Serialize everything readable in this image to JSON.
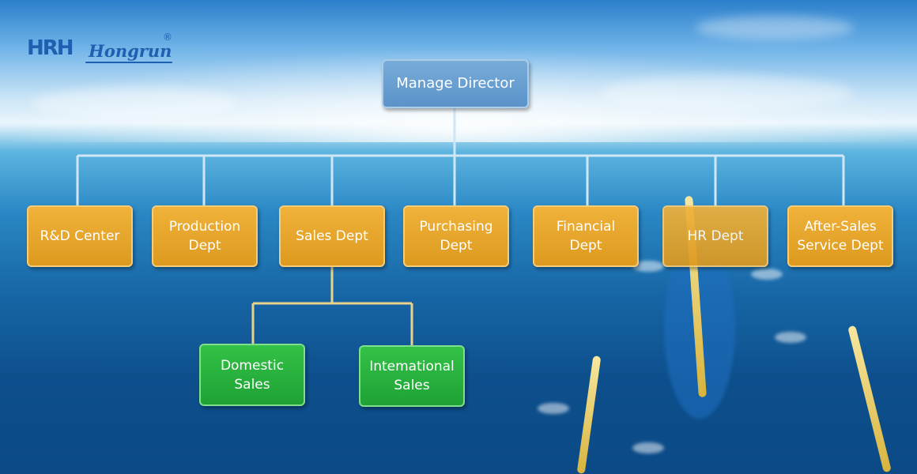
{
  "brand": {
    "mark": "HRH",
    "name": "Hongrun",
    "registered": "®"
  },
  "colors": {
    "top_node": "#5b93c9",
    "department_node": "#e3a12a",
    "sub_node": "#27ae3b",
    "connector_light": "#cfe6f5",
    "connector_gold": "#e9d28c"
  },
  "chart": {
    "top": "Manage Director",
    "departments": [
      {
        "label": "R&D Center"
      },
      {
        "label": "Production\nDept"
      },
      {
        "label": "Sales Dept"
      },
      {
        "label": "Purchasing\nDept"
      },
      {
        "label": "Financial\nDept"
      },
      {
        "label": "HR Dept"
      },
      {
        "label": "After-Sales\nService Dept"
      }
    ],
    "sales_sub": [
      {
        "label": "Domestic\nSales"
      },
      {
        "label": "Intemational\nSales"
      }
    ]
  }
}
